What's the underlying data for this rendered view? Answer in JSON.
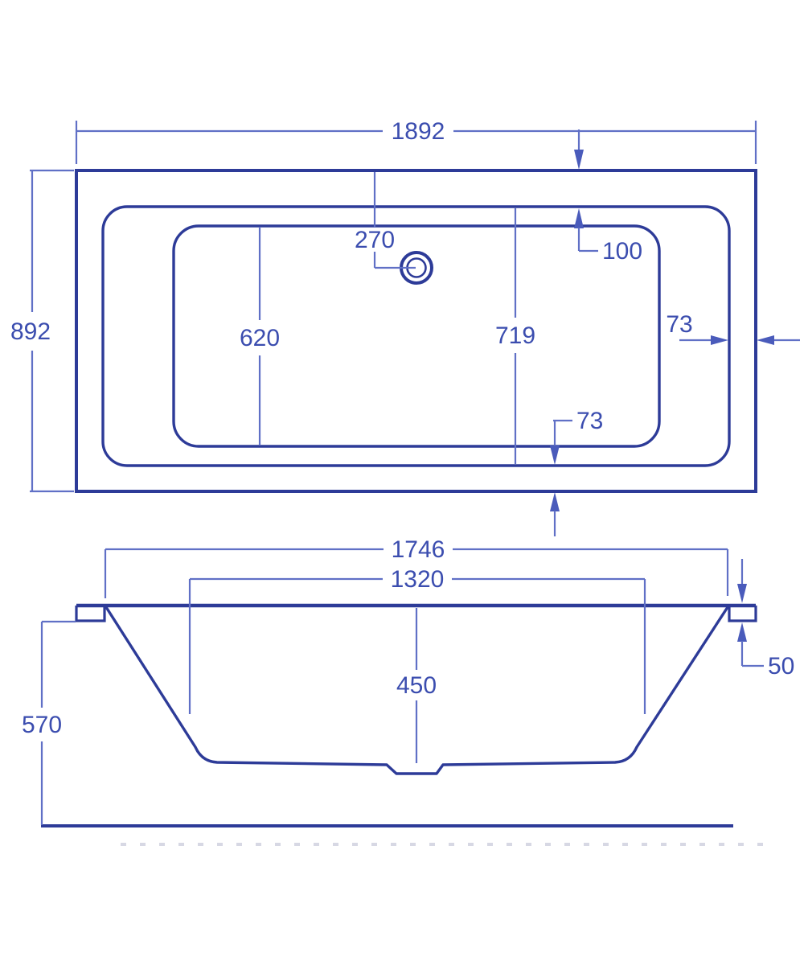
{
  "drawing": {
    "type": "bathtub technical dimension drawing",
    "colors": {
      "main_line": "#2d3b98",
      "dimension_line": "#6070c6",
      "text": "#3b4daf",
      "hatch": "#d7d8e4",
      "background": "#ffffff"
    },
    "plan_view": {
      "dims": {
        "overall_length": "1892",
        "overall_width": "892",
        "drain_offset_from_top": "270",
        "rim_width_top": "100",
        "rim_inset_right": "73",
        "rim_inset_bottom": "73",
        "inner_base_width": "620",
        "inner_rim_width": "719"
      }
    },
    "side_view": {
      "dims": {
        "rim_inner_length": "1746",
        "base_length": "1320",
        "internal_depth_to_drain": "450",
        "overall_height": "570",
        "rim_edge_thickness": "50"
      }
    }
  }
}
